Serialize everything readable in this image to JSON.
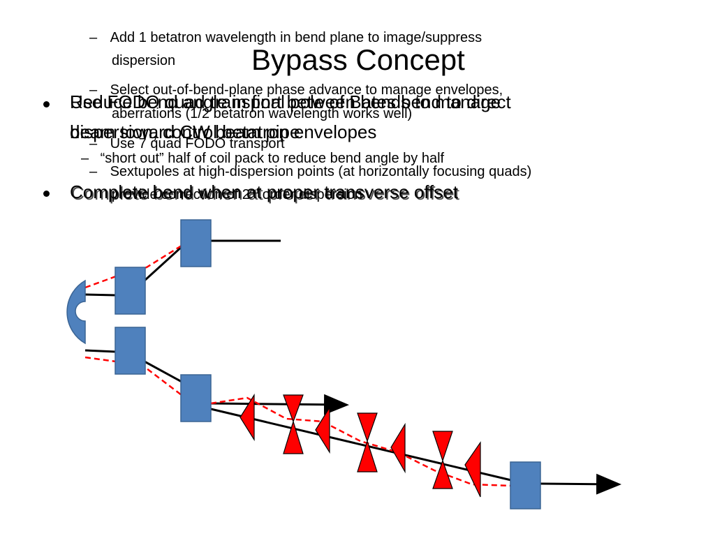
{
  "slide": {
    "title": "Bypass Concept",
    "overlay_sub_bullets": [
      "Add 1 betatron wavelength in bend plane to image/suppress",
      "dispersion",
      "Select out-of-bend-plane phase advance to manage envelopes,",
      "aberrations (1/2 betatron wavelength works well)",
      "Use 7 quad FODO transport",
      "Sextupoles at high-dispersion points (at horizontally focusing quads)",
      "provide correction of 2",
      "nd",
      " order dispersion"
    ],
    "bullet_lines_a": [
      "Reduce bend angle in final pole of Bates bend to direct",
      "beam toward CW beam pipe"
    ],
    "bullet_lines_b": [
      "Use FODO quad transport between bends to manage",
      "dispersion, control betatron envelopes"
    ],
    "sub_bullet_short_out": "“short out” half of coil pack to reduce bend angle by half",
    "bullet_complete_a": "Complete bend when at proper transverse offset",
    "bullet_complete_b": "Complete bend when at proper transverse offset"
  },
  "colors": {
    "element_fill": "#4f81bd",
    "element_stroke": "#3a6494",
    "quad_fill": "#ff0000",
    "trajectory": "#000000",
    "dispersion": "#ff0000"
  },
  "diagram_elements": {
    "bates_bend": "bates-half-bend-magnet",
    "bypass_bends": [
      "bend-upper-1",
      "bend-upper-2",
      "bend-lower-1",
      "bend-lower-2",
      "bend-final"
    ],
    "quads_focusing": 4,
    "quads_defocusing": 3
  }
}
